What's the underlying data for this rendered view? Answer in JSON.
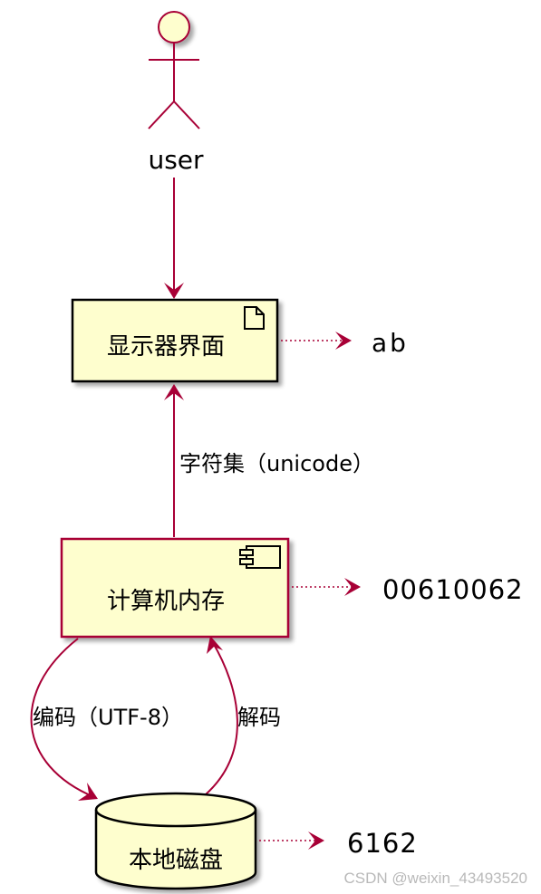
{
  "actor": {
    "label": "user"
  },
  "display": {
    "label": "显示器界面",
    "value": "ab"
  },
  "memory": {
    "label": "计算机内存",
    "value": "00610062"
  },
  "disk": {
    "label": "本地磁盘",
    "value": "6162"
  },
  "edges": {
    "charset": "字符集（unicode）",
    "encode": "编码（UTF-8）",
    "decode": "解码"
  },
  "watermark": "CSDN @weixin_43493520",
  "colors": {
    "node_fill": "#FEFECE",
    "border": "#A80036",
    "arrow": "#A80036"
  }
}
